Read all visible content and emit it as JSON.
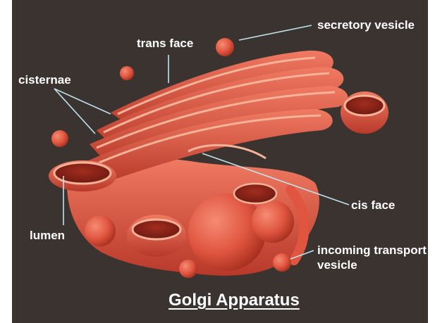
{
  "title": "Golgi Apparatus",
  "labels": {
    "secretory_vesicle": "secretory vesicle",
    "trans_face": "trans face",
    "cisternae": "cisternae",
    "cis_face": "cis face",
    "lumen": "lumen",
    "incoming_transport_line1": "incoming transport",
    "incoming_transport_line2": "vesicle"
  },
  "colors": {
    "background": "#3a3330",
    "organelle": "#e0553f",
    "organelle_dark": "#9e2a1f",
    "highlight": "#f7b39a",
    "label_text": "#ffffff",
    "leader_line": "#bfe3ee"
  }
}
